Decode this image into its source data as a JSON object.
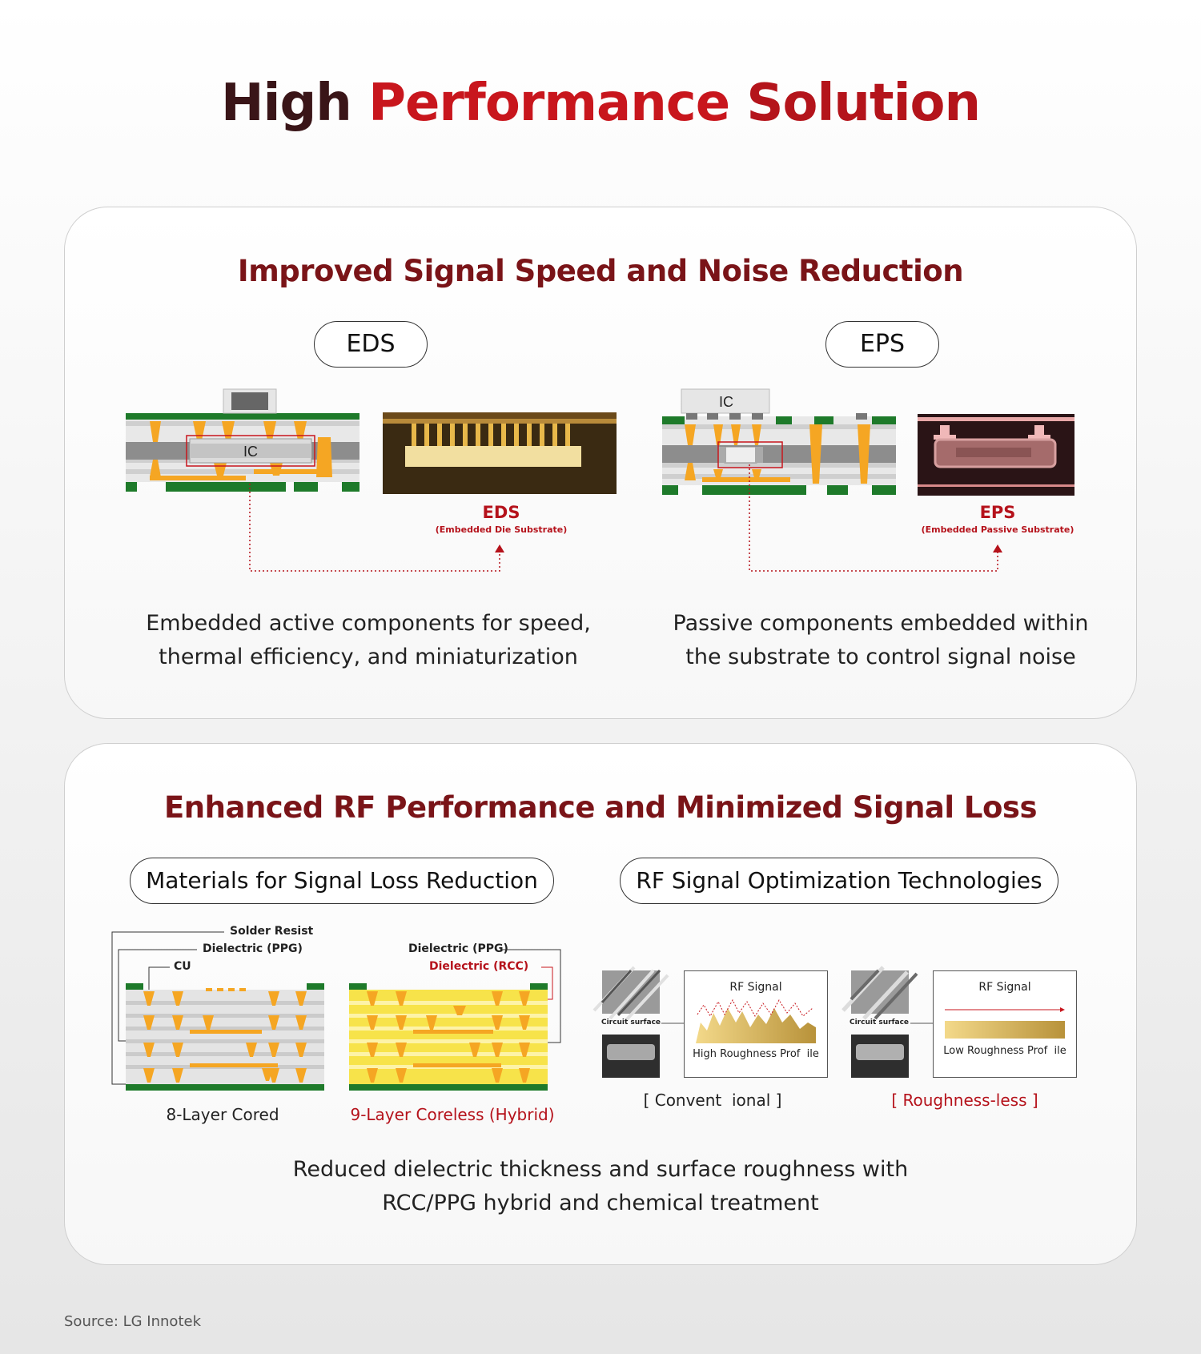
{
  "title": {
    "part1": "High ",
    "part2": "Performance",
    "part3": " Solution"
  },
  "colors": {
    "brand_red": "#c8161d",
    "dark_red": "#7a1418",
    "gold": "#f5a623",
    "green": "#1e7a2a",
    "yellow": "#f7e34a"
  },
  "panel1": {
    "title": "Improved Signal Speed and Noise Reduction",
    "eds": {
      "pill": "EDS",
      "ic_label": "IC",
      "caption": "EDS",
      "caption_sub": "(Embedded Die Substrate)",
      "desc_line1": "Embedded active components for speed,",
      "desc_line2": "thermal efficiency, and miniaturization"
    },
    "eps": {
      "pill": "EPS",
      "ic_label": "IC",
      "caption": "EPS",
      "caption_sub": "(Embedded Passive Substrate)",
      "desc_line1": "Passive components embedded within",
      "desc_line2": "the substrate to control signal noise"
    }
  },
  "panel2": {
    "title": "Enhanced RF Performance and Minimized Signal Loss",
    "materials": {
      "pill": "Materials for Signal Loss Reduction",
      "label_solder": "Solder Resist",
      "label_ppg_left": "Dielectric (PPG)",
      "label_cu": "CU",
      "label_ppg_right": "Dielectric (PPG)",
      "label_rcc": "Dielectric (RCC)",
      "caption_cored": "8-Layer Cored",
      "caption_coreless": "9-Layer Coreless (Hybrid)"
    },
    "rf": {
      "pill": "RF Signal Optimization Technologies",
      "circuit_surface_1": "Circuit surface",
      "circuit_surface_2": "Circuit surface",
      "rf_signal_1": "RF Signal",
      "rf_signal_2": "RF Signal",
      "profile_high": "High Roughness Prof  ile",
      "profile_low": "Low Roughness Prof  ile",
      "caption_conventional": "[ Convent  ional ]",
      "caption_roughless": "[ Roughness-less ]"
    },
    "desc_line1": "Reduced dielectric thickness and surface roughness with",
    "desc_line2": "RCC/PPG hybrid and chemical treatment"
  },
  "source": "Source: LG Innotek"
}
